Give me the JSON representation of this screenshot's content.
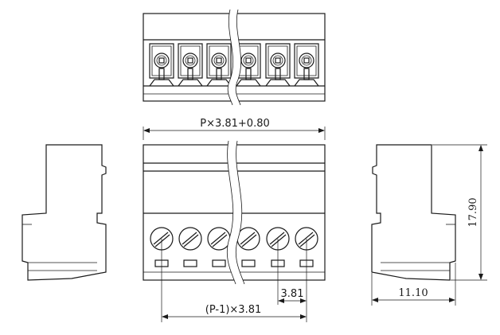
{
  "dimensions": {
    "overall_width": "P×3.81+0.80",
    "pitch": "3.81",
    "pin_span": "(P-1)×3.81",
    "height": "17.90",
    "depth": "11.10"
  }
}
